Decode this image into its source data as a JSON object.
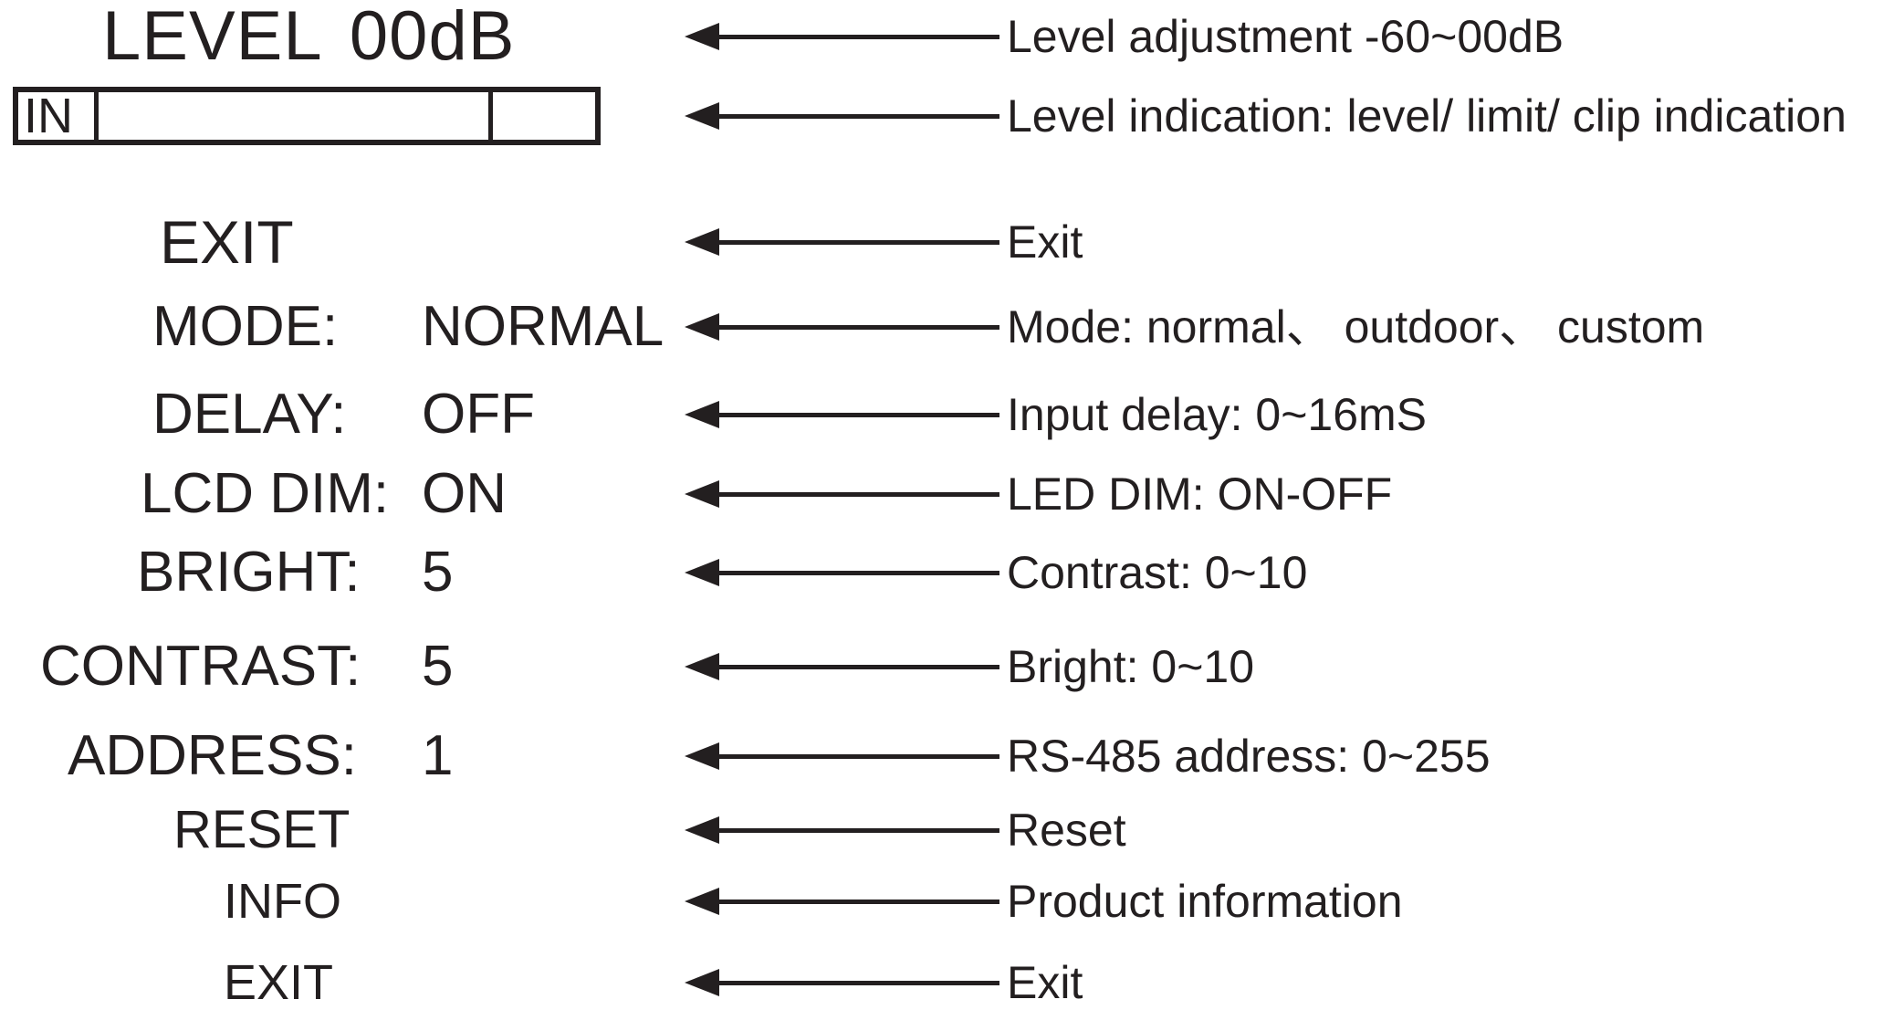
{
  "colors": {
    "ink": "#231f20",
    "background": "#ffffff"
  },
  "screen": {
    "title": "LEVEL 00dB",
    "meter": {
      "input_label": "IN"
    }
  },
  "rows": [
    {
      "description": "Level adjustment -60~00dB"
    },
    {
      "description": "Level indication: level/ limit/ clip indication"
    },
    {
      "item": "EXIT",
      "description": "Exit"
    },
    {
      "item": "MODE:",
      "value": "NORMAL",
      "description": "Mode: normal、 outdoor、 custom"
    },
    {
      "item": "DELAY:",
      "value": "OFF",
      "description": "Input delay: 0~16mS"
    },
    {
      "item": "LCD DIM:",
      "value": "ON",
      "description": "LED DIM: ON-OFF"
    },
    {
      "item": "BRIGHT:",
      "value": "5",
      "description": "Contrast: 0~10"
    },
    {
      "item": "CONTRAST:",
      "value": "5",
      "description": "Bright: 0~10"
    },
    {
      "item": "ADDRESS:",
      "value": "1",
      "description": "RS-485 address: 0~255"
    },
    {
      "item": "RESET",
      "description": "Reset"
    },
    {
      "item": "INFO",
      "description": "Product information"
    },
    {
      "item": "EXIT",
      "description": "Exit"
    }
  ]
}
